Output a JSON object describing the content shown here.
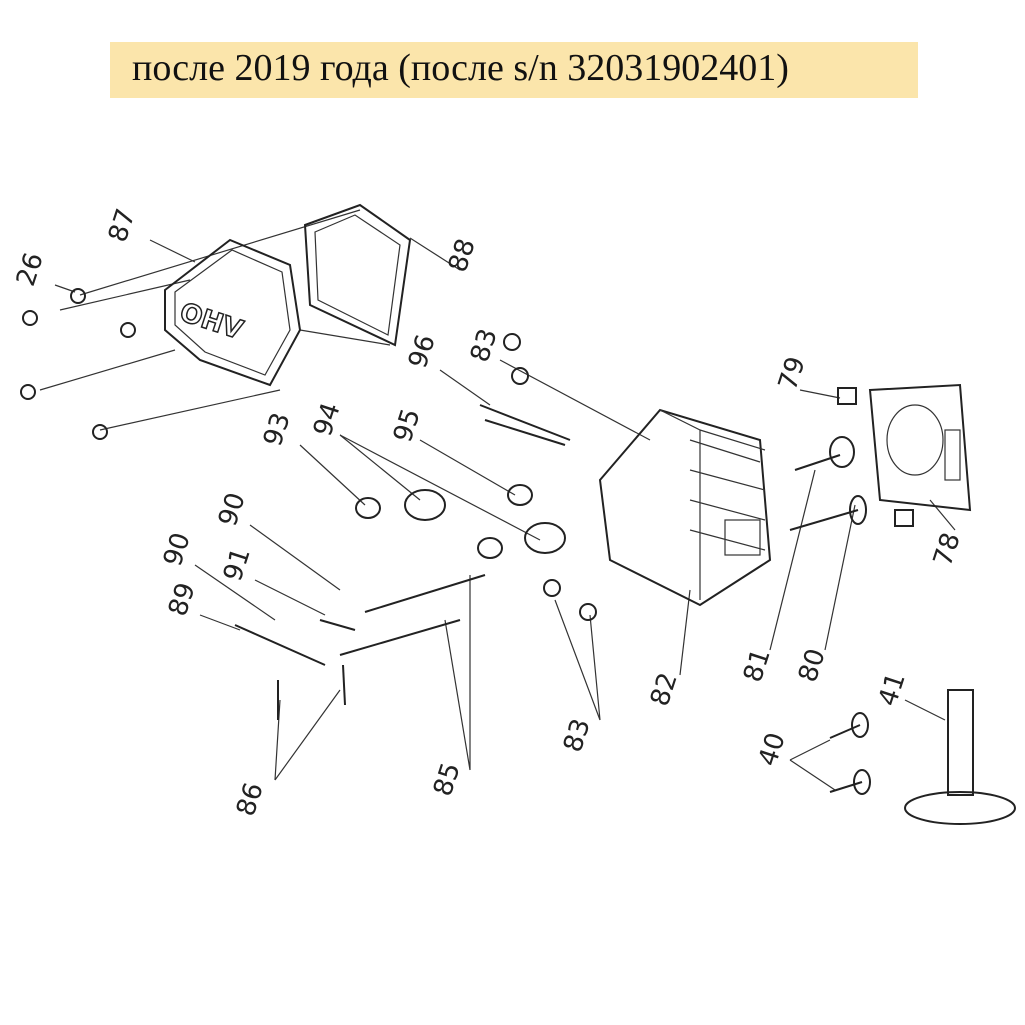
{
  "title": "после 2019 года (после s/n 32031902401)",
  "callouts": [
    "87",
    "26",
    "88",
    "83",
    "96",
    "79",
    "93",
    "94",
    "95",
    "90",
    "90",
    "91",
    "89",
    "78",
    "81",
    "80",
    "82",
    "41",
    "83",
    "40",
    "86",
    "85"
  ],
  "colors": {
    "banner": "#fbe5ab",
    "ink": "#222222"
  }
}
